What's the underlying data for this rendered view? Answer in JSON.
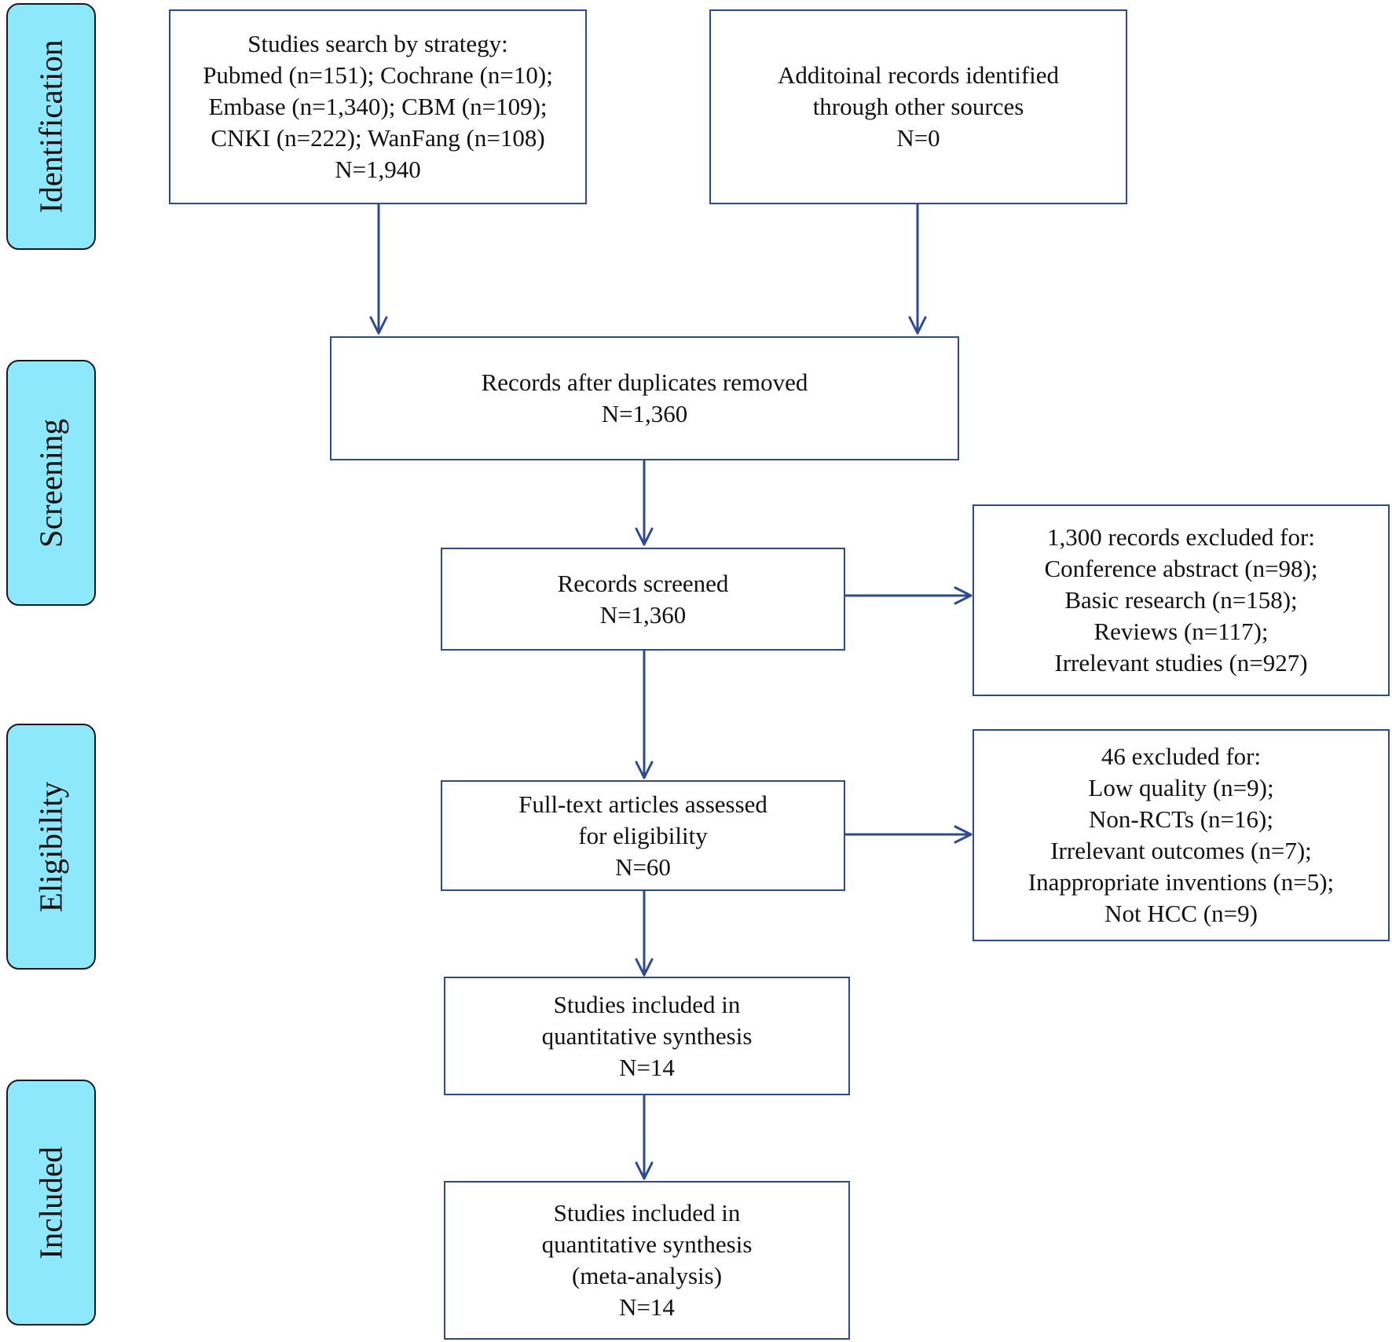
{
  "phases": {
    "identification": "Identification",
    "screening": "Screening",
    "eligibility": "Eligibility",
    "included": "Included"
  },
  "boxes": {
    "search": {
      "lines": [
        "Studies search by strategy:",
        "Pubmed (n=151); Cochrane (n=10);",
        "Embase (n=1,340); CBM (n=109);",
        "CNKI (n=222); WanFang (n=108)",
        "N=1,940"
      ]
    },
    "additional": {
      "lines": [
        "Additoinal records identified",
        "through other sources",
        "N=0"
      ]
    },
    "duplicates": {
      "lines": [
        "Records after duplicates removed",
        "N=1,360"
      ]
    },
    "screened": {
      "lines": [
        "Records screened",
        "N=1,360"
      ]
    },
    "excluded_screening": {
      "lines": [
        "1,300 records excluded for:",
        "Conference abstract (n=98);",
        "Basic research (n=158);",
        "Reviews (n=117);",
        "Irrelevant studies (n=927)"
      ]
    },
    "fulltext": {
      "lines": [
        "Full-text articles assessed",
        "for eligibility",
        "N=60"
      ]
    },
    "excluded_eligibility": {
      "lines": [
        "46 excluded for:",
        "Low quality (n=9);",
        "Non-RCTs (n=16);",
        "Irrelevant outcomes (n=7);",
        "Inappropriate inventions (n=5);",
        "Not HCC (n=9)"
      ]
    },
    "quantitative": {
      "lines": [
        "Studies included in",
        "quantitative synthesis",
        "N=14"
      ]
    },
    "meta": {
      "lines": [
        "Studies included in",
        "quantitative synthesis",
        "(meta-analysis)",
        "N=14"
      ]
    }
  },
  "colors": {
    "phase_fill": "#8ee8fb",
    "box_border": "#2e4a8f",
    "arrow": "#2e4a8f"
  }
}
